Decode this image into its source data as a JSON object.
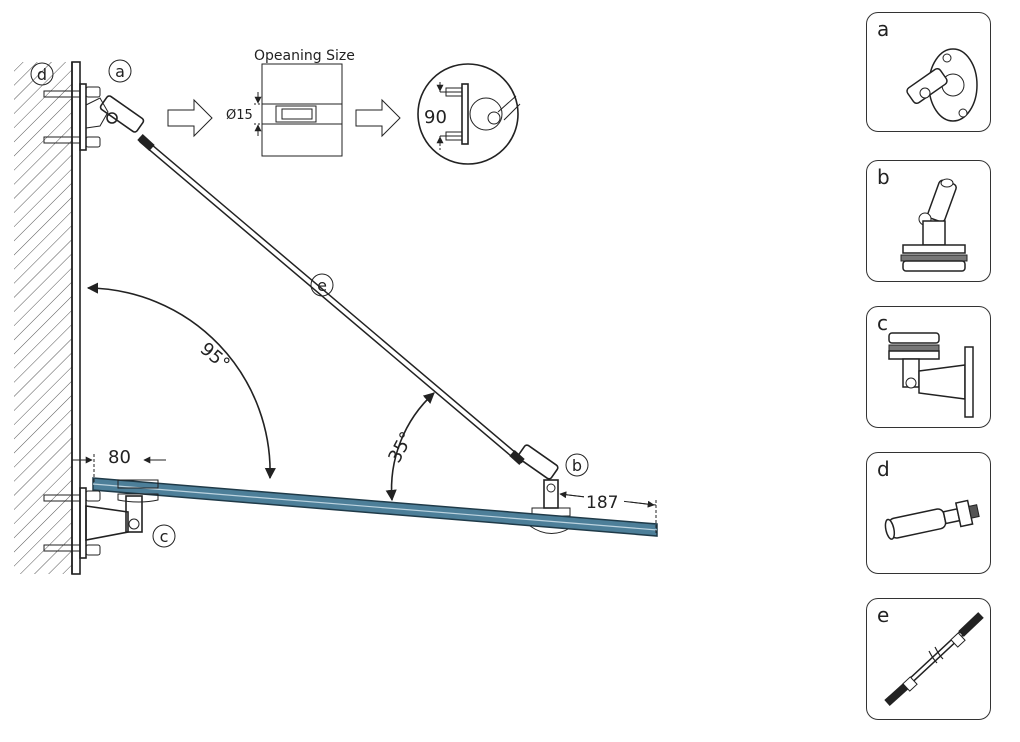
{
  "diagram": {
    "callouts": {
      "a": "a",
      "b": "b",
      "c": "c",
      "d": "d",
      "e": "e"
    },
    "opening_title": "Opeaning Size",
    "opening_diameter": "Ø15",
    "distance_90": "90",
    "angle_wall_glass": "95°",
    "angle_rod_glass": "35°",
    "dim_80": "80",
    "dim_187": "187"
  },
  "parts": [
    {
      "label": "a"
    },
    {
      "label": "b"
    },
    {
      "label": "c"
    },
    {
      "label": "d"
    },
    {
      "label": "e"
    }
  ],
  "colors": {
    "glass": "#4d7f99",
    "line": "#222222"
  }
}
